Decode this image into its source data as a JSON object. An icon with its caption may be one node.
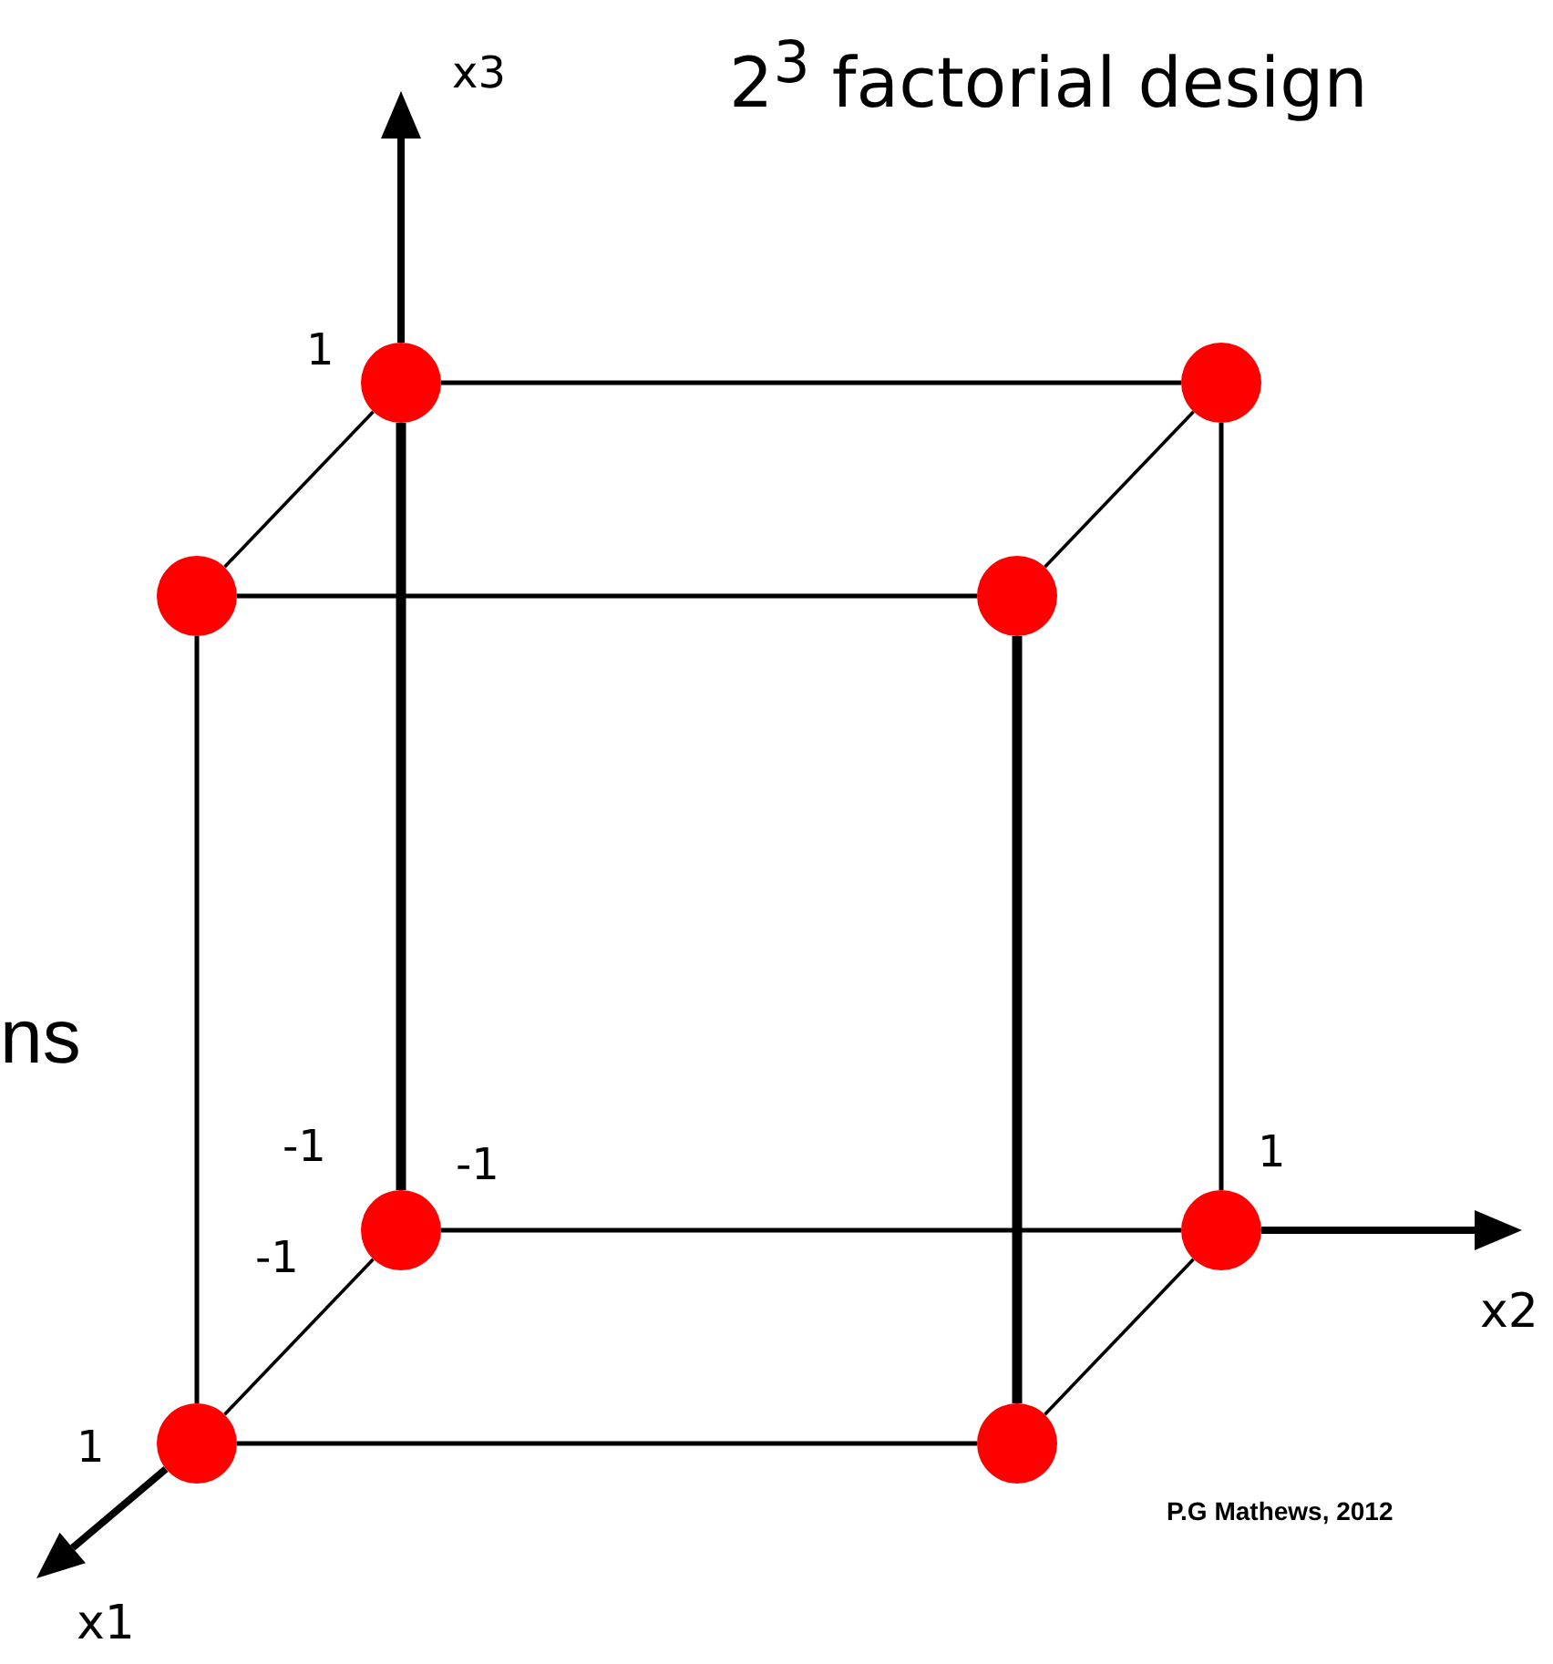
{
  "diagram": {
    "title": "2$^{3}$ factorial design",
    "nodes": [
      {
        "text": [],
        "shape": "circle"
      },
      {
        "text": [],
        "shape": "circle"
      },
      {
        "text": [],
        "shape": "circle"
      },
      {
        "text": [],
        "shape": "circle"
      },
      {
        "text": [],
        "shape": "circle"
      },
      {
        "text": [],
        "shape": "circle"
      },
      {
        "text": [],
        "shape": "circle"
      },
      {
        "text": [],
        "shape": "circle"
      }
    ],
    "edges": [
      {
        "from": 0,
        "to": 1,
        "arrow": "none"
      },
      {
        "from": 0,
        "to": 2,
        "arrow": "none"
      },
      {
        "from": 1,
        "to": 3,
        "arrow": "none"
      },
      {
        "from": 2,
        "to": 3,
        "arrow": "none"
      },
      {
        "from": 0,
        "to": 4,
        "arrow": "none",
        "style": "thick"
      },
      {
        "from": 1,
        "to": 5,
        "arrow": "none"
      },
      {
        "from": 2,
        "to": 6,
        "arrow": "none"
      },
      {
        "from": 3,
        "to": 7,
        "arrow": "none",
        "style": "thick"
      },
      {
        "from": 4,
        "to": 5,
        "arrow": "none"
      },
      {
        "from": 4,
        "to": 6,
        "arrow": "none"
      },
      {
        "from": 5,
        "to": 7,
        "arrow": "none"
      },
      {
        "from": 6,
        "to": 7,
        "arrow": "none"
      }
    ],
    "labels": [
      "x3",
      "1",
      "ns",
      "-1",
      "-1",
      "1",
      "-1",
      "x2",
      "1",
      "P.G Mathews, 2012",
      "x1"
    ]
  }
}
